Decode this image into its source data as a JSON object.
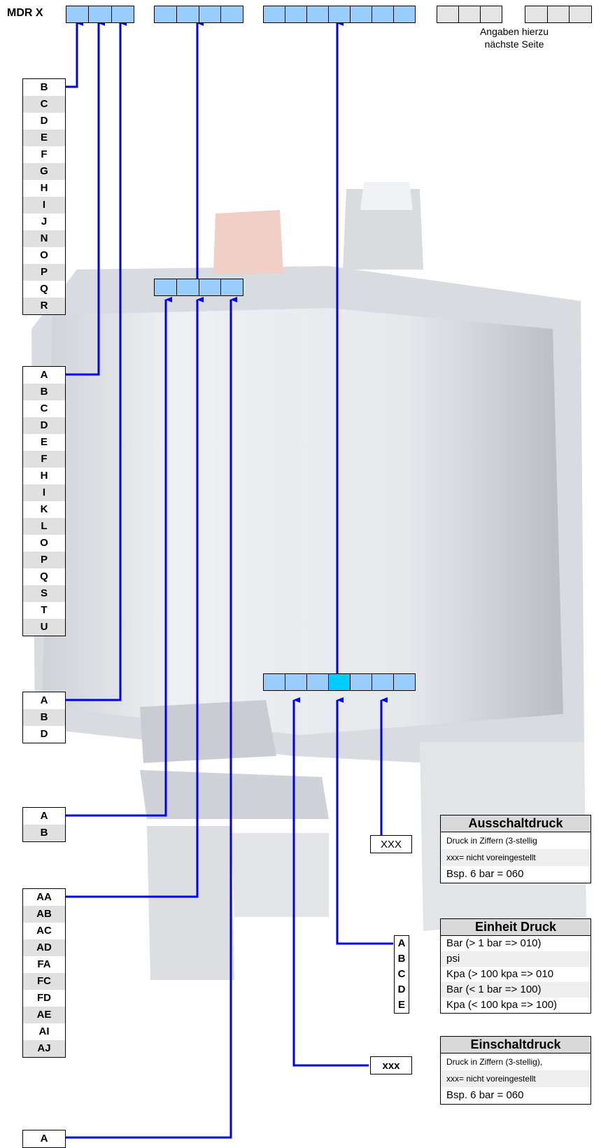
{
  "header": {
    "product_label": "MDR X",
    "note_line1": "Angaben hierzu",
    "note_line2": "nächste Seite"
  },
  "group1": [
    "B",
    "C",
    "D",
    "E",
    "F",
    "G",
    "H",
    "I",
    "J",
    "N",
    "O",
    "P",
    "Q",
    "R"
  ],
  "group2": [
    "A",
    "B",
    "C",
    "D",
    "E",
    "F",
    "H",
    "I",
    "K",
    "L",
    "O",
    "P",
    "Q",
    "S",
    "T",
    "U"
  ],
  "group3": [
    "A",
    "B",
    "D"
  ],
  "group4": [
    "A",
    "B"
  ],
  "group5": [
    "AA",
    "AB",
    "AC",
    "AD",
    "FA",
    "FC",
    "FD",
    "AE",
    "AI",
    "AJ"
  ],
  "group6": [
    "A"
  ],
  "ausschalt": {
    "code": "XXX",
    "title": "Ausschaltdruck",
    "rows": [
      "Druck in Ziffern (3-stellig",
      "xxx= nicht voreingestellt",
      "Bsp. 6 bar = 060"
    ]
  },
  "einheit": {
    "title": "Einheit Druck",
    "letters": [
      "A",
      "B",
      "C",
      "D",
      "E"
    ],
    "rows": [
      "Bar (> 1 bar => 010)",
      "psi",
      "Kpa (> 100 kpa => 010",
      "Bar (< 1 bar => 100)",
      "Kpa (< 100 kpa => 100)"
    ]
  },
  "einschalt": {
    "code": "xxx",
    "title": "Einschaltdruck",
    "rows": [
      "Druck in Ziffern (3-stellig),",
      "xxx= nicht voreingestellt",
      "Bsp. 6 bar = 060"
    ]
  },
  "colors": {
    "cell": "#99ccff",
    "cell_highlight": "#00ccff",
    "wire": "#0000ee"
  }
}
